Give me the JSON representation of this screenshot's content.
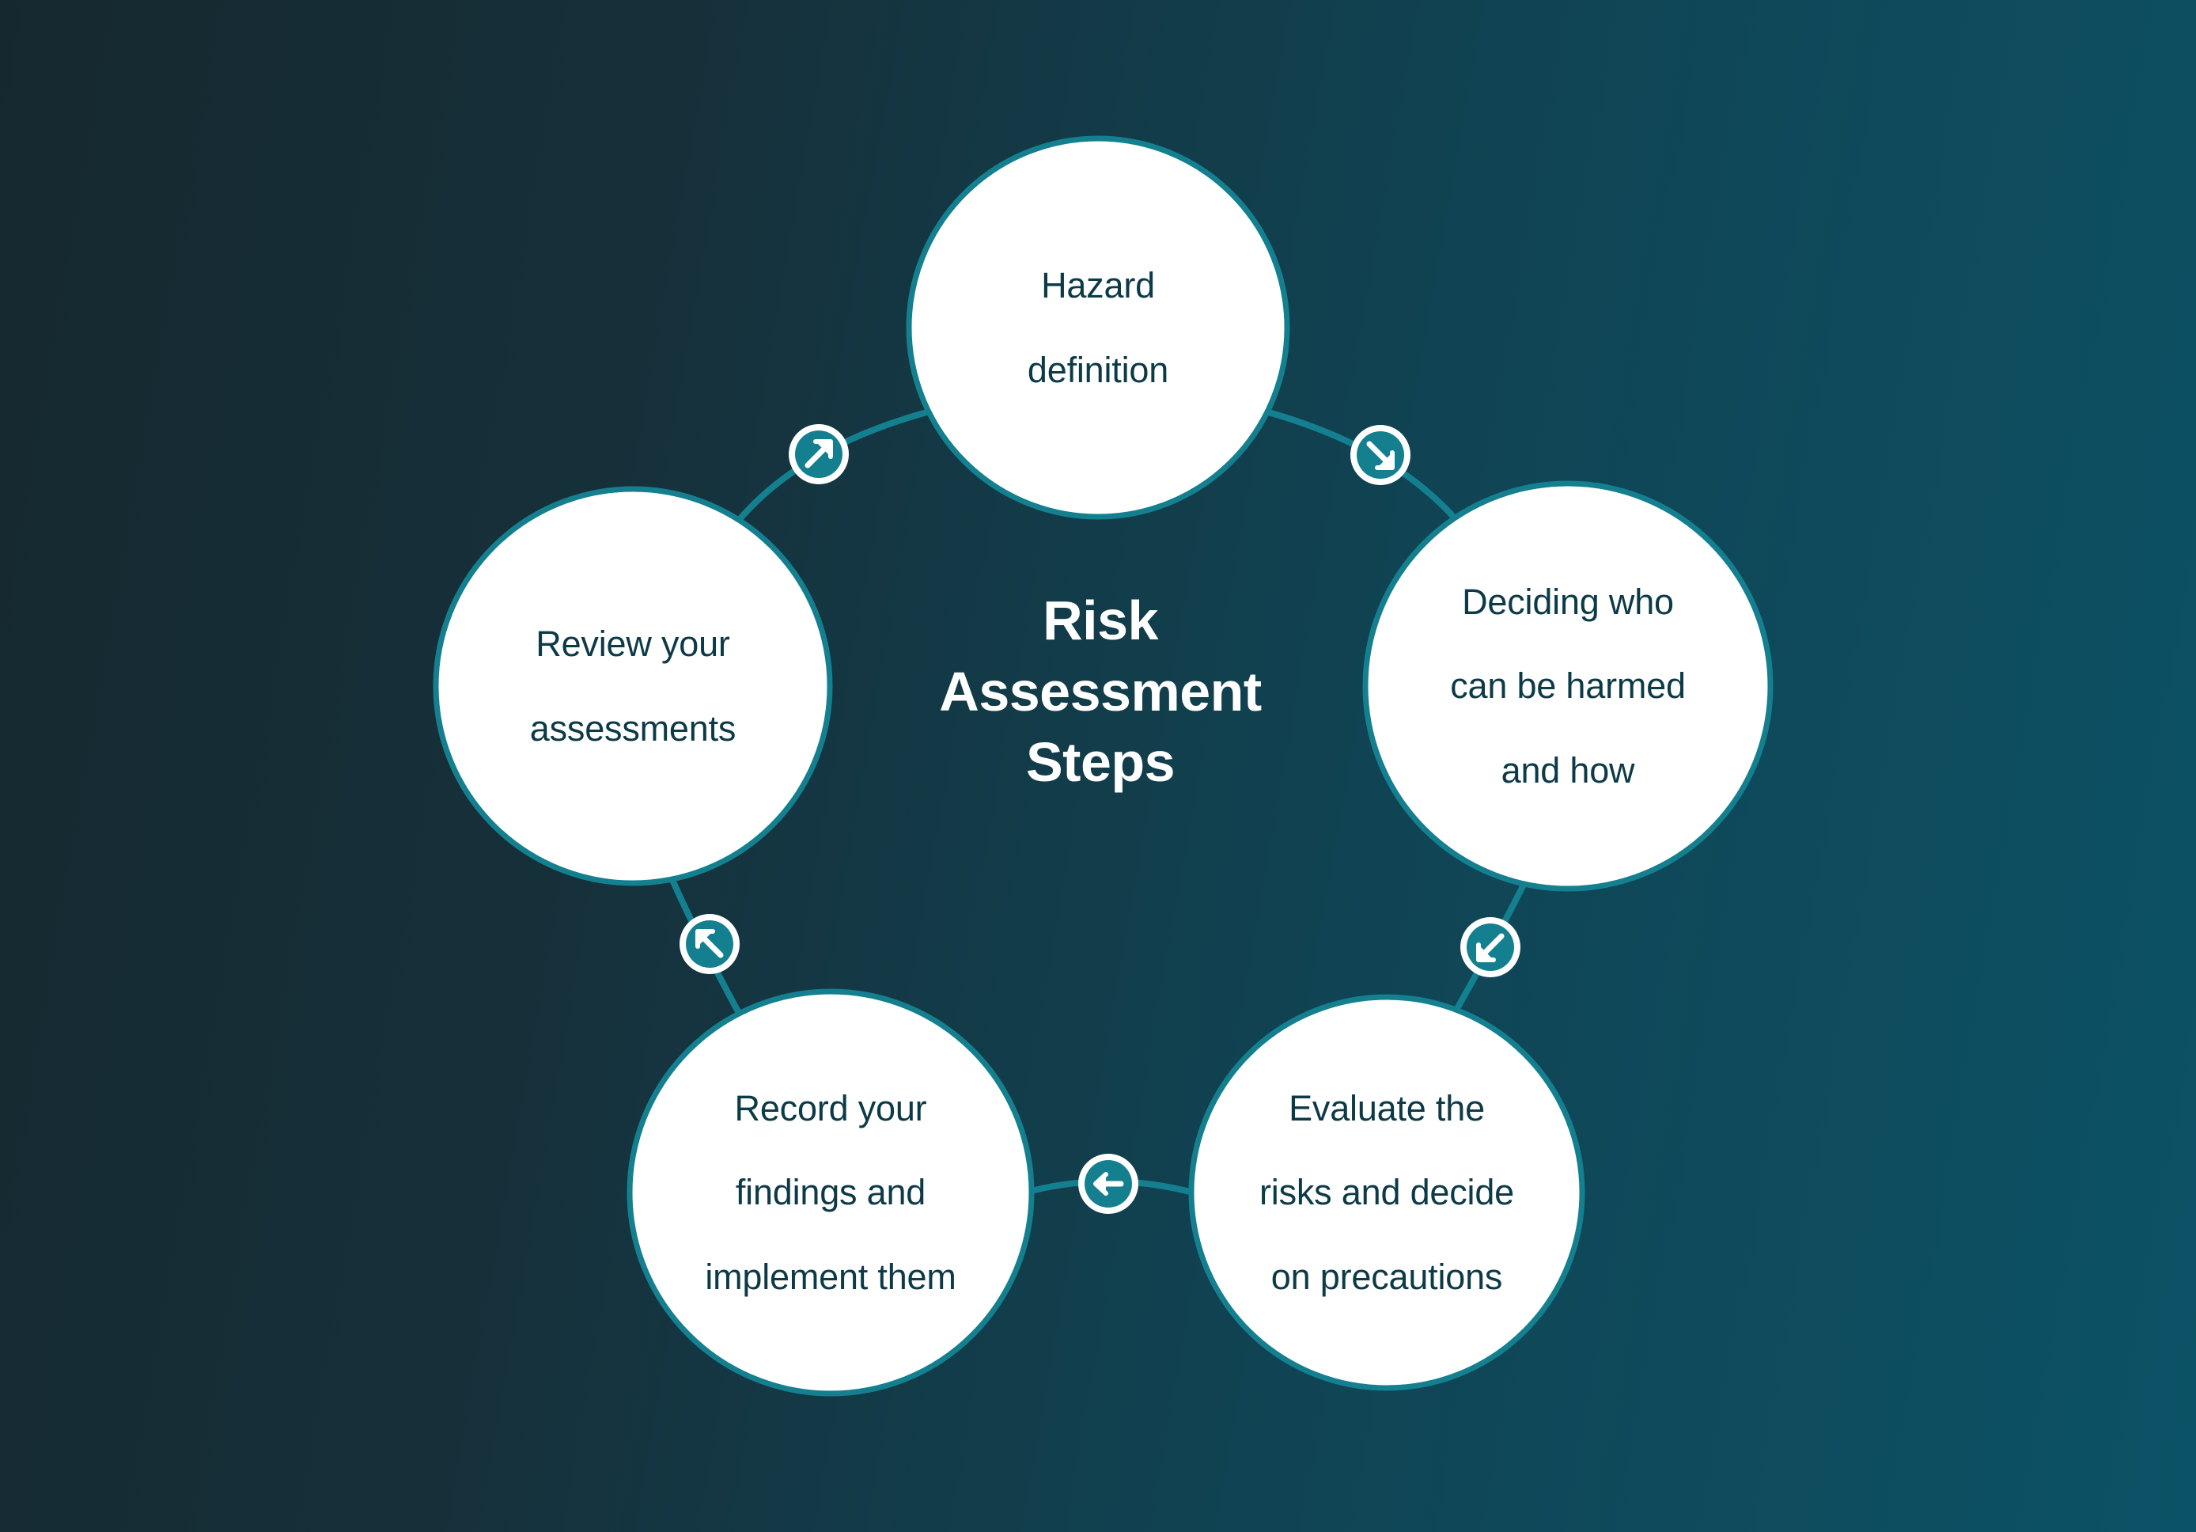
{
  "diagram": {
    "title_lines": [
      "Risk",
      "Assessment",
      "Steps"
    ],
    "title_text": "Risk Assessment Steps",
    "type": "cycle-diagram",
    "steps": [
      {
        "id": "hazard-definition",
        "order": 1,
        "lines": [
          "Hazard",
          "definition"
        ],
        "text": "Hazard definition"
      },
      {
        "id": "deciding-who-can-be-harmed",
        "order": 2,
        "lines": [
          "Deciding who",
          "can be harmed",
          "and how"
        ],
        "text": "Deciding who can be harmed and how"
      },
      {
        "id": "evaluate-the-risks",
        "order": 3,
        "lines": [
          "Evaluate the",
          "risks and decide",
          "on precautions"
        ],
        "text": "Evaluate the risks and decide on precautions"
      },
      {
        "id": "record-your-findings",
        "order": 4,
        "lines": [
          "Record your",
          "findings and",
          "implement them"
        ],
        "text": "Record your findings and implement them"
      },
      {
        "id": "review-your-assessments",
        "order": 5,
        "lines": [
          "Review your",
          "assessments"
        ],
        "text": "Review your assessments"
      }
    ],
    "connectors": [
      {
        "id": "hazard-to-deciding",
        "icon": "arrow-southeast-icon",
        "direction": "southeast"
      },
      {
        "id": "deciding-to-evaluate",
        "icon": "arrow-southwest-icon",
        "direction": "southwest"
      },
      {
        "id": "evaluate-to-record",
        "icon": "arrow-west-icon",
        "direction": "west"
      },
      {
        "id": "record-to-review",
        "icon": "arrow-northwest-icon",
        "direction": "northwest"
      },
      {
        "id": "review-to-hazard",
        "icon": "arrow-northeast-icon",
        "direction": "northeast"
      }
    ],
    "colors": {
      "background_start": "#16282f",
      "background_end": "#0c5266",
      "circle_fill": "#ffffff",
      "circle_stroke": "#14808f",
      "badge_fill": "#14808f",
      "badge_ring": "#ffffff",
      "node_text": "#0d3a47",
      "title_text": "#ffffff"
    }
  }
}
